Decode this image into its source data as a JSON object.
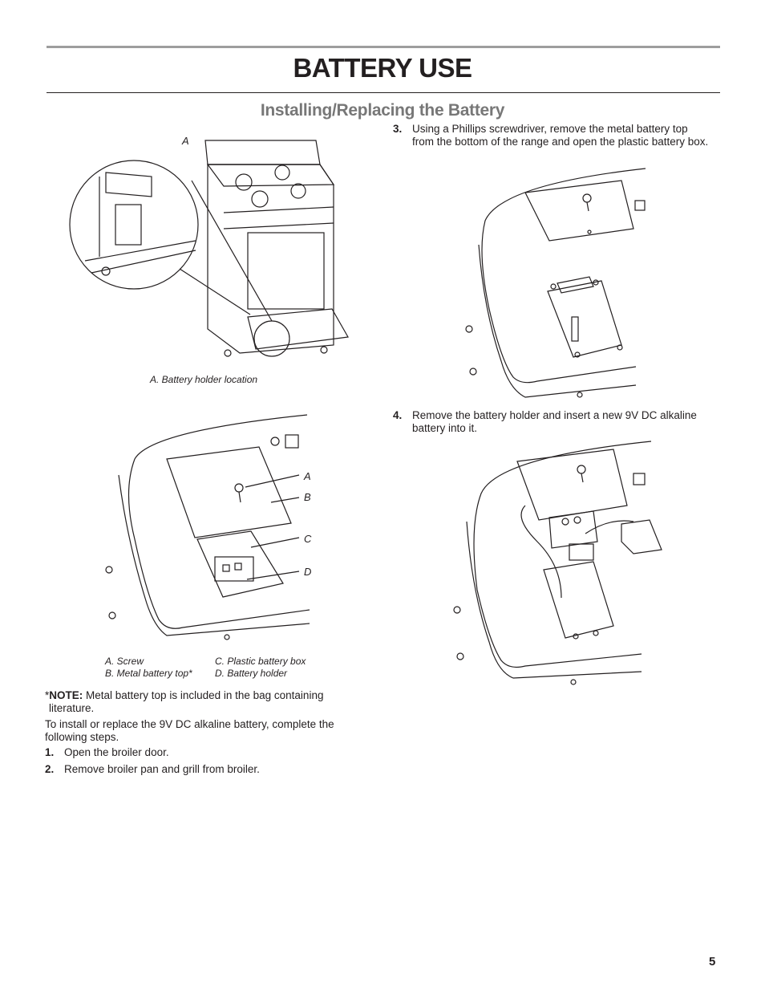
{
  "header": {
    "title": "BATTERY USE",
    "subtitle": "Installing/Replacing the Battery"
  },
  "figure1": {
    "label_a": "A",
    "caption": "A. Battery holder location"
  },
  "figure2": {
    "labels": {
      "a": "A",
      "b": "B",
      "c": "C",
      "d": "D"
    },
    "captions": {
      "a": "A. Screw",
      "b": "B. Metal battery top*",
      "c": "C. Plastic battery box",
      "d": "D. Battery holder"
    }
  },
  "note": {
    "prefix": "*",
    "bold": "NOTE:",
    "text": " Metal battery top is included in the bag containing",
    "text2": "literature."
  },
  "intro": "To install or replace the 9V DC alkaline battery, complete the following steps.",
  "steps": [
    {
      "num": "1.",
      "text": "Open the broiler door."
    },
    {
      "num": "2.",
      "text": "Remove broiler pan and grill from broiler."
    },
    {
      "num": "3.",
      "text": "Using a Phillips screwdriver, remove the metal battery top from the bottom of the range and open the plastic battery box."
    },
    {
      "num": "4.",
      "text": "Remove the battery holder and insert a new 9V DC alkaline battery into it."
    }
  ],
  "page_number": "5"
}
